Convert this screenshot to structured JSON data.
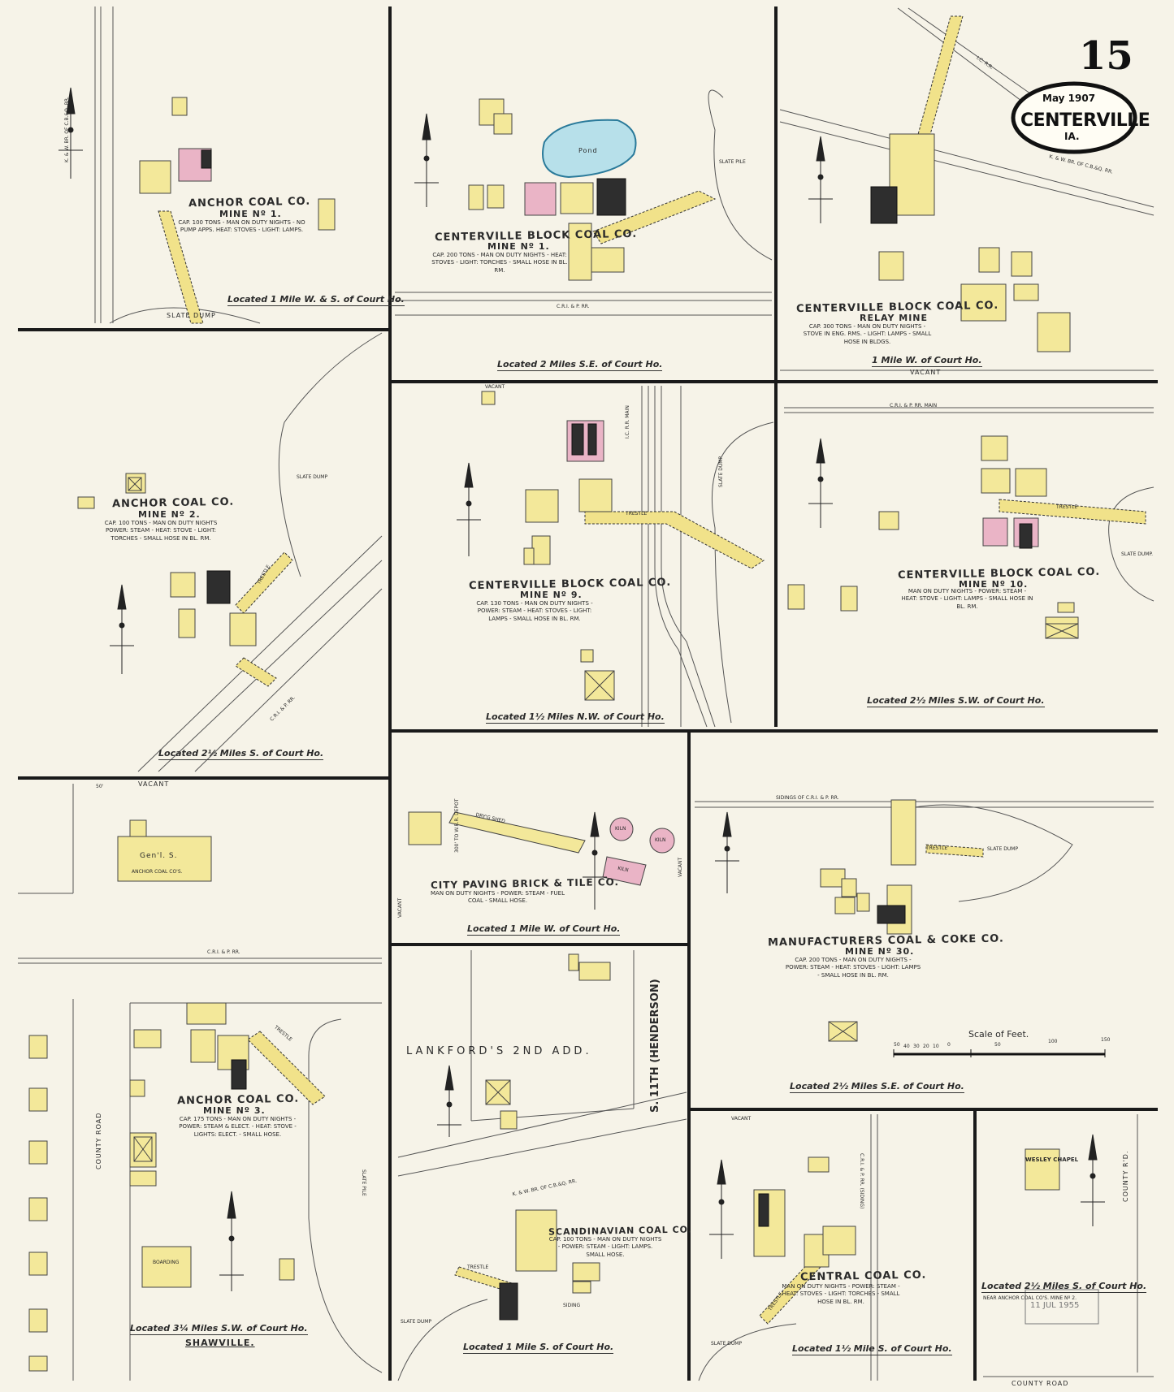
{
  "header": {
    "sheet_number": "15",
    "date": "May 1907",
    "city": "CENTERVILLE",
    "state": "IA."
  },
  "colors": {
    "paper": "#f6f3e8",
    "frame": "#1a1a1a",
    "frame_building": "#f3e89a",
    "brick_building": "#eab4c6",
    "water": "#b7e0ea",
    "trestle": "#f1e28a",
    "ink": "#2a2a2a"
  },
  "panels": {
    "anchor1": {
      "name": "ANCHOR COAL CO.",
      "sub": "MINE Nº 1.",
      "note": "CAP. 100 TONS - MAN ON DUTY NIGHTS - NO PUMP APPS. HEAT: STOVES - LIGHT: LAMPS.",
      "loc": "Located 1 Mile W. & S. of Court Ho.",
      "rr": "K. & W. BR. OF C.B.&Q. RR.",
      "dump": "SLATE DUMP"
    },
    "block1": {
      "name": "CENTERVILLE BLOCK COAL CO.",
      "sub": "MINE Nº 1.",
      "note": "CAP. 200 TONS - MAN ON DUTY NIGHTS - HEAT: STOVES - LIGHT: TORCHES - SMALL HOSE IN BL. RM.",
      "loc": "Located 2 Miles S.E. of Court Ho.",
      "pond": "Pond",
      "pile": "SLATE PILE",
      "rr": "C.R.I. & P. RR."
    },
    "relay": {
      "name": "CENTERVILLE BLOCK COAL CO.",
      "sub": "RELAY MINE",
      "note": "CAP. 300 TONS - MAN ON DUTY NIGHTS - STOVE IN ENG. RMS. - LIGHT: LAMPS - SMALL HOSE IN BLDGS.",
      "loc": "1 Mile W. of Court Ho.",
      "vacant": "VACANT",
      "rr1": "I.C. R.R.",
      "rr2": "K. & W. BR. OF C.B.&Q. RR."
    },
    "anchor2": {
      "name": "ANCHOR COAL CO.",
      "sub": "MINE Nº 2.",
      "note": "CAP. 100 TONS - MAN ON DUTY NIGHTS POWER: STEAM - HEAT: STOVE - LIGHT: TORCHES - SMALL HOSE IN BL. RM.",
      "loc": "Located 2½ Miles S. of Court Ho.",
      "dump": "SLATE DUMP",
      "rr": "C.R.I. & P. RR.",
      "trestle": "TRESTLE"
    },
    "block9": {
      "name": "CENTERVILLE BLOCK COAL CO.",
      "sub": "MINE Nº 9.",
      "note": "CAP. 130 TONS - MAN ON DUTY NIGHTS - POWER: STEAM - HEAT: STOVES - LIGHT: LAMPS - SMALL HOSE IN BL. RM.",
      "loc": "Located 1½ Miles N.W. of Court Ho.",
      "vacant": "VACANT",
      "trestle": "TRESTLE",
      "dump": "SLATE DUMP",
      "rr": "I.C. R.R. MAIN"
    },
    "block10": {
      "name": "CENTERVILLE BLOCK COAL CO.",
      "sub": "MINE Nº 10.",
      "note": "MAN ON DUTY NIGHTS - POWER: STEAM - HEAT: STOVE - LIGHT: LAMPS - SMALL HOSE IN BL. RM.",
      "loc": "Located 2½ Miles S.W. of Court Ho.",
      "rr": "C.R.I. & P. RR. MAIN",
      "trestle": "TRESTLE",
      "dump": "SLATE DUMP."
    },
    "store": {
      "vacant": "VACANT",
      "dim": "50'",
      "store": "Gen'l. S.",
      "owner": "ANCHOR COAL CO'S."
    },
    "paving": {
      "name": "CITY PAVING BRICK & TILE CO.",
      "note": "MAN ON DUTY NIGHTS - POWER: STEAM - FUEL COAL - SMALL HOSE.",
      "loc": "Located 1 Mile W. of Court Ho.",
      "vacant": "VACANT",
      "shed": "DRY'G SHED",
      "kiln": "KILN",
      "depot": "300' TO W.R.R. DEPOT"
    },
    "manu30": {
      "name": "MANUFACTURERS COAL & COKE CO.",
      "sub": "MINE Nº 30.",
      "note": "CAP. 200 TONS - MAN ON DUTY NIGHTS - POWER: STEAM - HEAT: STOVES - LIGHT: LAMPS - SMALL HOSE IN BL. RM.",
      "loc": "Located 2½ Miles S.E. of Court Ho.",
      "sidings": "SIDINGS OF C.R.I. & P. RR.",
      "trestle": "TRESTLE",
      "dump": "SLATE DUMP"
    },
    "anchor3": {
      "name": "ANCHOR COAL CO.",
      "sub": "MINE Nº 3.",
      "note": "CAP. 175 TONS - MAN ON DUTY NIGHTS - POWER: STEAM & ELECT. - HEAT: STOVE - LIGHTS: ELECT. - SMALL HOSE.",
      "loc": "Located 3¼ Miles S.W. of Court Ho.",
      "place": "SHAWVILLE.",
      "road": "COUNTY ROAD",
      "pile": "SLATE PILE",
      "rr": "C.R.I. & P. RR.",
      "trestle": "TRESTLE",
      "boarding": "BOARDING"
    },
    "lankford": {
      "title": "LANKFORD'S 2ND ADD.",
      "street": "S. 11TH (HENDERSON)"
    },
    "scandinavian": {
      "name": "SCANDINAVIAN COAL CO.",
      "note": "CAP. 100 TONS - MAN ON DUTY NIGHTS - POWER: STEAM - LIGHT: LAMPS. SMALL HOSE.",
      "loc": "Located 1 Mile S. of Court Ho.",
      "rr": "K. & W. BR. OF C.B.&Q. RR.",
      "dump": "SLATE DUMP",
      "trestle": "TRESTLE",
      "siding": "SIDING"
    },
    "central": {
      "name": "CENTRAL COAL CO.",
      "note": "MAN ON DUTY NIGHTS - POWER: STEAM - HEAT: STOVES - LIGHT: TORCHES - SMALL HOSE IN BL. RM.",
      "loc": "Located 1½ Mile S. of Court Ho.",
      "vacant": "VACANT",
      "dump": "SLATE DUMP",
      "trestle": "TRESTLE",
      "siding": "C.R.I. & P. RR. (SIDING)"
    },
    "wesley": {
      "chapel": "WESLEY CHAPEL",
      "loc": "Located 2½ Miles S. of Court Ho.",
      "near": "NEAR ANCHOR COAL CO'S. MINE Nº 2.",
      "road1": "COUNTY R'D.",
      "road2": "COUNTY ROAD"
    }
  },
  "scale": {
    "title": "Scale of Feet.",
    "ticks": [
      "50",
      "40",
      "30",
      "20",
      "10",
      "0",
      "50",
      "100",
      "150"
    ]
  },
  "stamp": "11 JUL 1955"
}
